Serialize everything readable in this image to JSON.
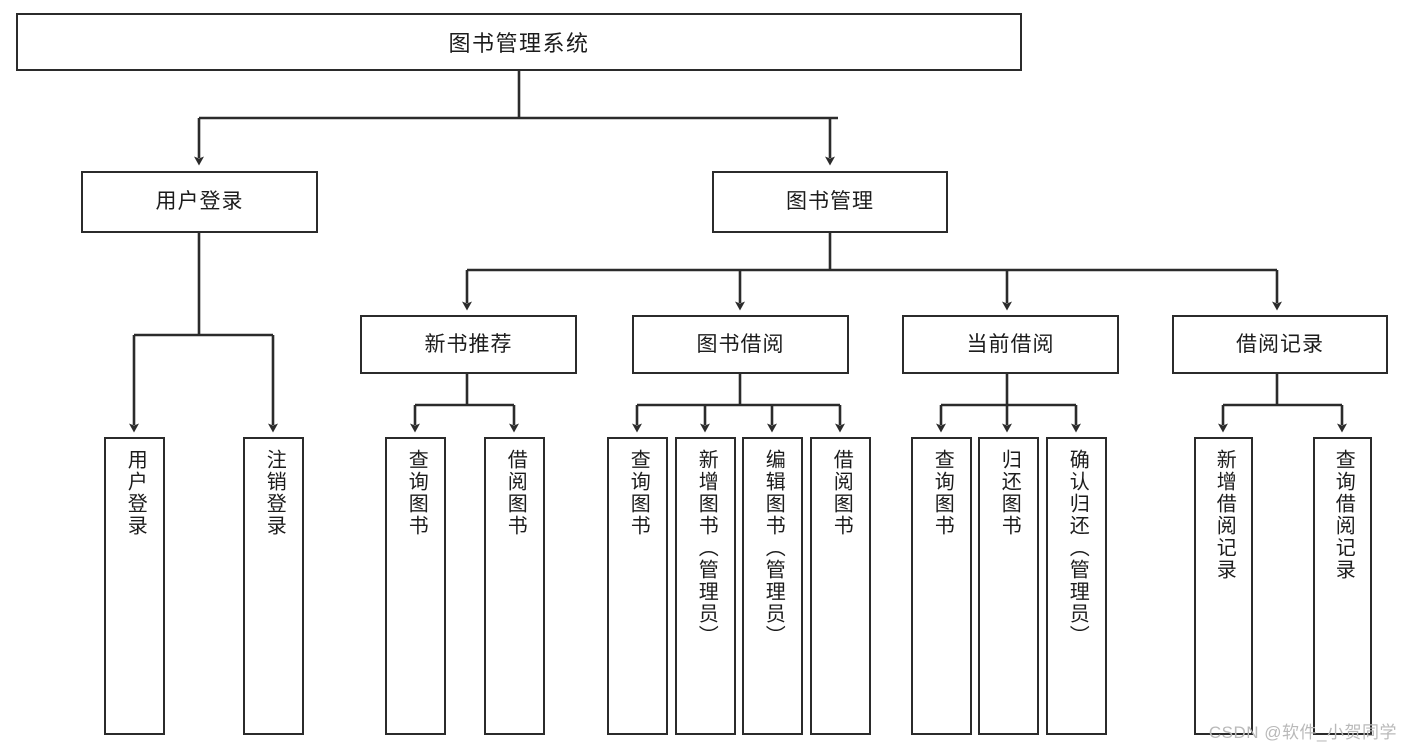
{
  "diagram": {
    "type": "tree",
    "title": "图书管理系统",
    "root": {
      "label": "图书管理系统"
    },
    "level1": [
      {
        "label": "用户登录"
      },
      {
        "label": "图书管理"
      }
    ],
    "level2": [
      {
        "label": "新书推荐"
      },
      {
        "label": "图书借阅"
      },
      {
        "label": "当前借阅"
      },
      {
        "label": "借阅记录"
      }
    ],
    "leaves": {
      "user_login": [
        "用户登录",
        "注销登录"
      ],
      "new_book_recommend": [
        "查询图书",
        "借阅图书"
      ],
      "book_borrow": [
        "查询图书",
        "新增图书（管理员）",
        "编辑图书（管理员）",
        "借阅图书"
      ],
      "current_borrow": [
        "查询图书",
        "归还图书",
        "确认归还（管理员）"
      ],
      "borrow_record": [
        "新增借阅记录",
        "查询借阅记录"
      ]
    }
  },
  "watermark": {
    "text": "CSDN @软件_小贺同学"
  },
  "colors": {
    "border": "#2b2b2b",
    "text": "#1c1c1c",
    "background": "#ffffff",
    "watermark": "#b9b9b9"
  }
}
